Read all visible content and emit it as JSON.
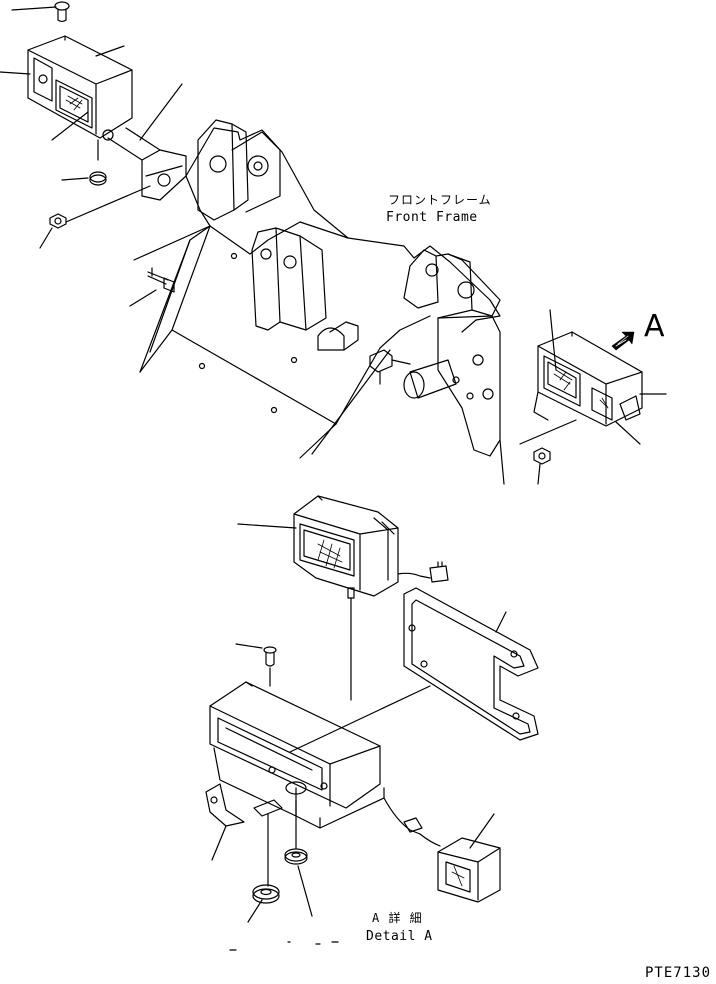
{
  "labels": {
    "front_frame_jp": "フロントフレーム",
    "front_frame_en": "Front Frame",
    "view_arrow_letter": "A",
    "detail_jp": "A 詳 細",
    "detail_en": "Detail A",
    "drawing_code": "PTE7130"
  },
  "colors": {
    "line": "#000000",
    "background": "#ffffff"
  }
}
